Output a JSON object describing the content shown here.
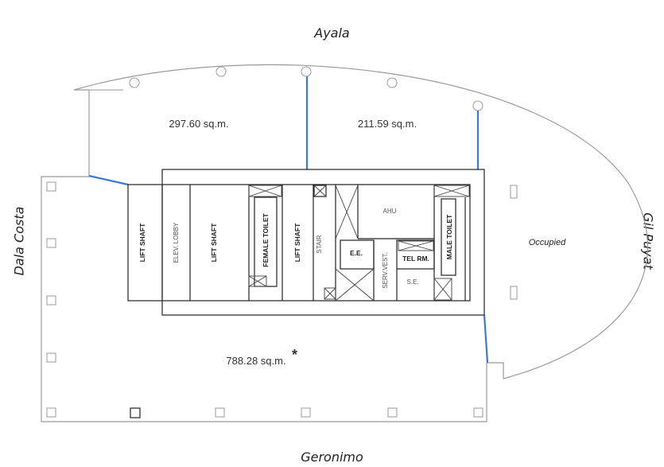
{
  "streets": {
    "north": "Ayala",
    "south": "Geronimo",
    "west": "Dala Costa",
    "east": "Gil Puyat"
  },
  "areas": {
    "north_west": "297.60 sq.m.",
    "north_east": "211.59 sq.m.",
    "south": "788.28 sq.m.",
    "south_marker": "*",
    "east": "Occupied"
  },
  "core_rooms": {
    "lift_shaft_1": "LIFT SHAFT",
    "elev_lobby": "ELEV. LOBBY",
    "lift_shaft_2": "LIFT SHAFT",
    "female_toilet": "FEMALE TOILET",
    "lift_shaft_3": "LIFT SHAFT",
    "stair": "STAIR",
    "ahu": "AHU",
    "ee": "E.E.",
    "serv_vest": "SERV.VEST.",
    "tel_rm": "TEL RM.",
    "se": "S.E.",
    "male_toilet": "MALE TOILET"
  },
  "colors": {
    "partition_lines": "#3b78d8",
    "outline": "#9a9a9a",
    "core_walls": "#222222"
  }
}
